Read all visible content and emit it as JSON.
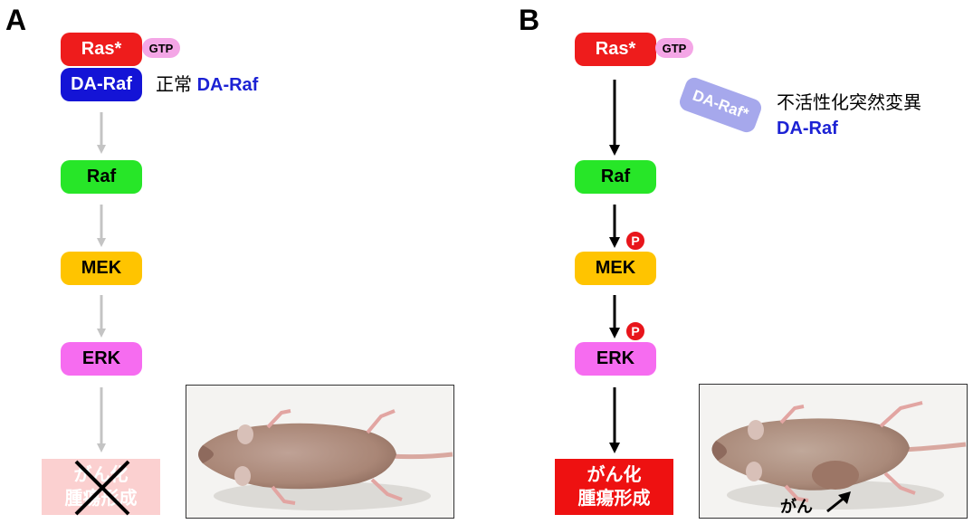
{
  "panelA": {
    "letter": "A",
    "ras": "Ras*",
    "gtp": "GTP",
    "daraf": "DA-Raf",
    "note_prefix": "正常",
    "note_blue": "DA-Raf",
    "raf": "Raf",
    "mek": "MEK",
    "erk": "ERK",
    "outcome_line1": "がん化",
    "outcome_line2": "腫瘍形成"
  },
  "panelB": {
    "letter": "B",
    "ras": "Ras*",
    "gtp": "GTP",
    "mutant": "DA-Raf*",
    "note_line1": "不活性化突然変異",
    "note_line2": "DA-Raf",
    "raf": "Raf",
    "mek": "MEK",
    "erk": "ERK",
    "phospho": "P",
    "outcome_line1": "がん化",
    "outcome_line2": "腫瘍形成",
    "photo_caption": "がん"
  },
  "colors": {
    "ras": "#ee1c1c",
    "gtp": "#f4a6e6",
    "daraf": "#1414d6",
    "raf": "#27e628",
    "mek": "#ffc400",
    "erk": "#f66cf0",
    "mutant": "#a6a8ec",
    "inactive_arrow": "#c4c4c4",
    "outcome_faded": "#fbd0d0",
    "outcome_active": "#ee1111"
  }
}
